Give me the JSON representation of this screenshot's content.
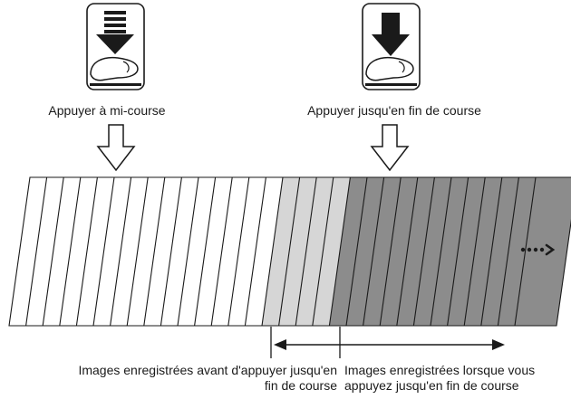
{
  "captions": {
    "half_press": "Appuyer à mi-course",
    "full_press": "Appuyer jusqu'en fin de course"
  },
  "labels": {
    "before_line1": "Images enregistrées avant d'appuyer jusqu'en",
    "before_line2": "fin de course",
    "after_line1": "Images enregistrées lorsque vous",
    "after_line2": "appuyez jusqu'en fin de course"
  },
  "frames": {
    "white_count": 15,
    "light_gray_count": 4,
    "dark_gray_count": 12
  },
  "colors": {
    "outline": "#1a1a1a",
    "white_frame": "#ffffff",
    "light_gray_frame": "#d6d6d6",
    "dark_gray_frame": "#8c8c8c",
    "last_frame": "#8c8c8c"
  },
  "icons": {
    "half_press": "shutter-half-press-icon",
    "full_press": "shutter-full-press-icon",
    "continuation": "dotted-arrow-right-icon"
  }
}
